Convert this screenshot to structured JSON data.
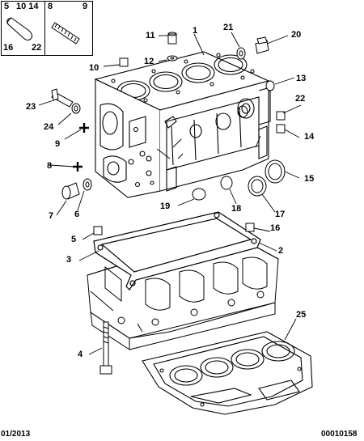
{
  "inset": {
    "tl": "5",
    "tm": "10 14",
    "tr8": "8",
    "tr9": "9",
    "bl": "16",
    "bm": "22"
  },
  "callouts": {
    "c1": "1",
    "c2": "2",
    "c3": "3",
    "c4": "4",
    "c5": "5",
    "c6": "6",
    "c7": "7",
    "c8": "8",
    "c9": "9",
    "c10": "10",
    "c11": "11",
    "c12": "12",
    "c13": "13",
    "c14": "14",
    "c15": "15",
    "c16": "16",
    "c17": "17",
    "c18": "18",
    "c19": "19",
    "c20": "20",
    "c21": "21",
    "c22": "22",
    "c23": "23",
    "c24": "24",
    "c25": "25"
  },
  "footer": {
    "date": "01/2013",
    "ref": "00010158"
  }
}
